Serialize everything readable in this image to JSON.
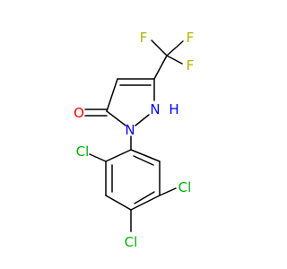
{
  "molecule": {
    "atoms": [
      {
        "id": "F1",
        "label": "F",
        "color": "#b4b400"
      },
      {
        "id": "F2",
        "label": "F",
        "color": "#b4b400"
      },
      {
        "id": "F3",
        "label": "F",
        "color": "#b4b400"
      },
      {
        "id": "O1",
        "label": "O",
        "color": "#ff0000"
      },
      {
        "id": "N1",
        "label": "N",
        "color": "#0000ff"
      },
      {
        "id": "N2",
        "label": "N",
        "color": "#0000ff"
      },
      {
        "id": "H1",
        "label": "H",
        "color": "#0000ff"
      },
      {
        "id": "Cl1",
        "label": "Cl",
        "color": "#00b400"
      },
      {
        "id": "Cl2",
        "label": "Cl",
        "color": "#00b400"
      },
      {
        "id": "Cl3",
        "label": "Cl",
        "color": "#00b400"
      }
    ]
  }
}
